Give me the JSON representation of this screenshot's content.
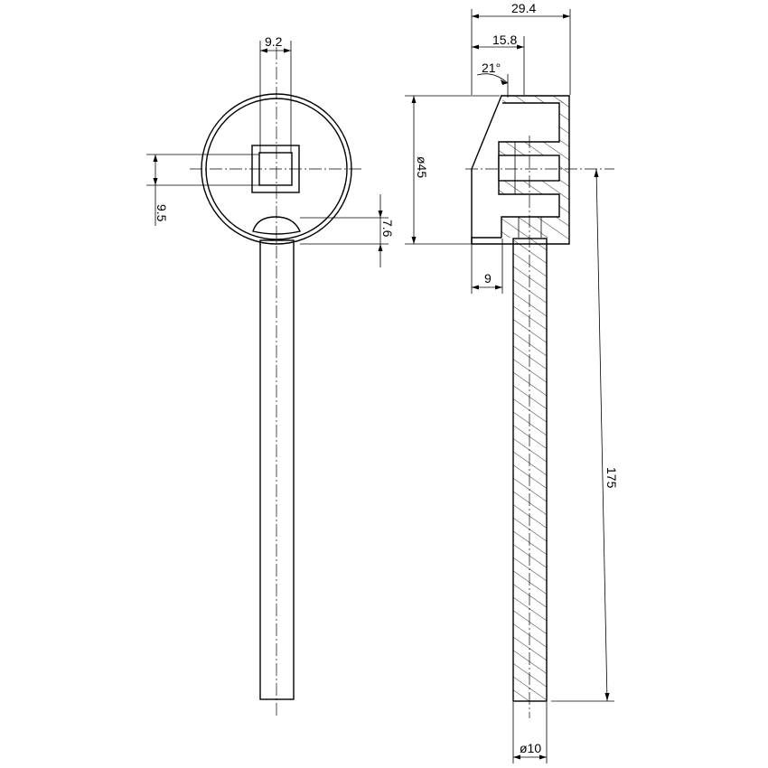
{
  "dimensions": {
    "d_9_2": "9.2",
    "d_9_5": "9.5",
    "d_7_6": "7.6",
    "d_29_4": "29.4",
    "d_15_8": "15.8",
    "d_21deg": "21°",
    "d_dia45": "ø45",
    "d_9": "9",
    "d_175": "175",
    "d_dia10": "ø10"
  }
}
